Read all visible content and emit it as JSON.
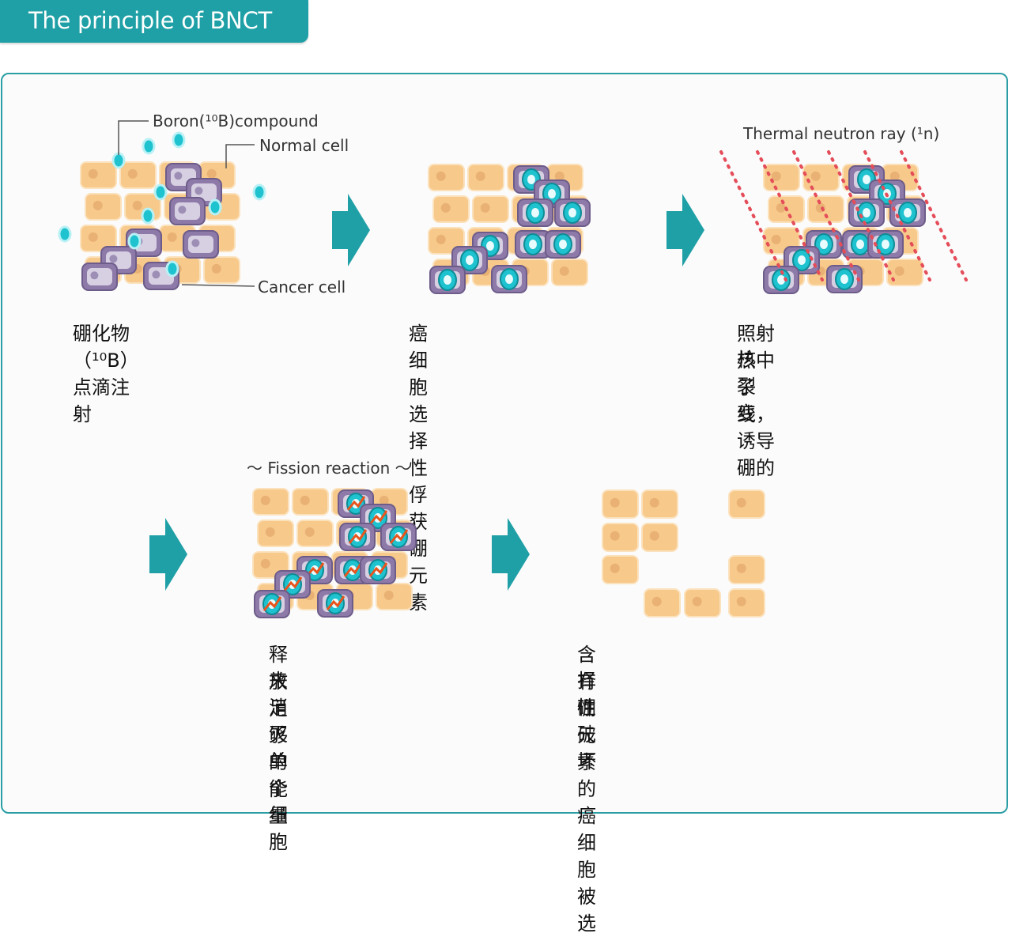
{
  "title": "The principle of BNCT",
  "colors": {
    "teal": "#1fa0a6",
    "normal_cell": "#f7c98b",
    "cancer_cell": "#8e7aa8",
    "boron": "#1fc2cf",
    "neutron_ray": "#e44d59"
  },
  "panels": [
    {
      "id": "step1",
      "labels": {
        "boron": "Boron(¹⁰B)compound",
        "normal": "Normal cell",
        "cancer": "Cancer cell"
      },
      "caption": "硼化物（¹⁰B）点滴注射"
    },
    {
      "id": "step2",
      "caption": "癌细胞选择性俘获硼元素"
    },
    {
      "id": "step3",
      "labels": {
        "ray": "Thermal neutron ray (¹n)"
      },
      "caption_line1": "照射热中子线，诱导硼的",
      "caption_line2": "核裂变"
    },
    {
      "id": "step4",
      "labels": {
        "fission": "～ Fission reaction ～"
      },
      "caption_line1": "释放足够的能量",
      "caption_line2": "来消灭单个细胞"
    },
    {
      "id": "step5",
      "caption_line1": "含有硼元素的癌细胞被选",
      "caption_line2": "择性破坏"
    }
  ],
  "arrows": [
    "arrow-right-icon",
    "arrow-right-icon",
    "arrow-right-icon",
    "arrow-right-icon"
  ]
}
